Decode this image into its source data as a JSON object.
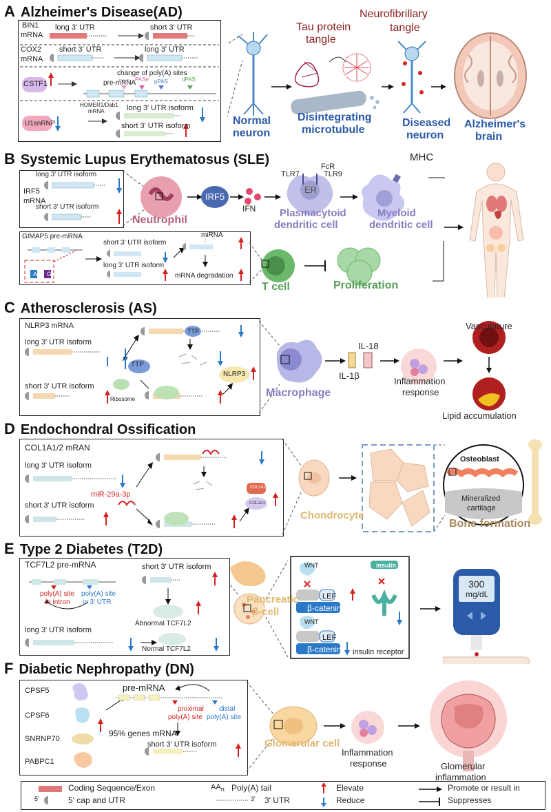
{
  "sections": {
    "A": {
      "letter": "A",
      "title": "Alzheimer's Disease(AD)"
    },
    "B": {
      "letter": "B",
      "title": "Systemic Lupus Erythematosus (SLE)"
    },
    "C": {
      "letter": "C",
      "title": "Atherosclerosis (AS)"
    },
    "D": {
      "letter": "D",
      "title": "Endochondral Ossification"
    },
    "E": {
      "letter": "E",
      "title": "Type 2 Diabetes (T2D)"
    },
    "F": {
      "letter": "F",
      "title": "Diabetic Nephropathy (DN)"
    }
  },
  "a": {
    "bin1": "BIN1",
    "mrna": "mRNA",
    "cox2": "COX2",
    "cstf1": "CSTF1",
    "u1": "U1snRNP",
    "long3": "long 3' UTR",
    "short3": "short 3' UTR",
    "polya_change": "change of poly(A) sites",
    "premrna": "pre-mRNA",
    "pas1": "PASi",
    "pas2": "PASe",
    "ppas": "pPAS",
    "dpas": "dPAS",
    "homer": "HOMER1/Dab1",
    "homer2": "mRNA",
    "long_iso": "long 3' UTR isoform",
    "short_iso": "short 3' UTR isoform",
    "tau": "Tau protein",
    "tau2": "tangle",
    "nft": "Neurofibrillary",
    "nft2": "tangle",
    "normal": "Normal",
    "normal2": "neuron",
    "disint": "Disintegrating",
    "disint2": "microtubule",
    "diseased": "Diseased",
    "diseased2": "neuron",
    "brain": "Alzheimer's",
    "brain2": "brain"
  },
  "b": {
    "irf5": "IRF5",
    "mrna": "mRNA",
    "long_iso": "long 3' UTR isoform",
    "short_iso": "short 3' UTR isoform",
    "neutrophil": "Neutrophil",
    "irf5p": "IRF5",
    "ifn": "IFN",
    "fcr": "FcR",
    "tlr7": "TLR7",
    "tlr9": "TLR9",
    "er": "ER",
    "mhc": "MHC",
    "pdc": "Plasmacytoid",
    "pdc2": "dendritic cell",
    "mdc": "Myeloid",
    "mdc2": "dendritic cell",
    "gimap": "GIMAP5 pre-mRNA",
    "mirna": "miRNA",
    "degr": "mRNA degradation",
    "tcell": "T cell",
    "prolif": "Proliferation",
    "A": "A",
    "G": "G"
  },
  "c": {
    "nlrp3mrna": "NLRP3 mRNA",
    "long_iso": "long 3' UTR isoform",
    "short_iso": "short 3' UTR isoform",
    "ttp": "TTP",
    "ribosome": "Ribosome",
    "nlrp3": "NLRP3",
    "macrophage": "Macrophage",
    "il18": "IL-18",
    "il1b": "IL-1β",
    "infl": "Inflammation",
    "infl2": "response",
    "vasc": "Vasculature",
    "lipid": "Lipid accumulation"
  },
  "d": {
    "col": "COL1A1/2 mRAN",
    "long_iso": "long 3' UTR isoform",
    "short_iso": "short 3' UTR isoform",
    "mir": "miR-29a-3p",
    "col1a2": "COL1A2",
    "col1a1": "COL1A1",
    "chondro": "Chondrocyte",
    "osteo": "Osteoblast",
    "mineral": "Mineralized",
    "mineral2": "cartilage",
    "bone": "Bone formation"
  },
  "e": {
    "tcf": "TCF7L2 pre-mRNA",
    "pa_intron": "poly(A) site",
    "pa_intron2": "in intron",
    "pa_utr": "poly(A) site",
    "pa_utr2": "in 3' UTR",
    "short_iso": "short 3' UTR isoform",
    "abn": "Abnormal TCF7L2",
    "long_iso": "long 3' UTR isoform",
    "norm": "Normal TCF7L2",
    "pancreatic": "Pancreatic",
    "beta": "β-cell",
    "wnt": "WNT",
    "lef": "LEF",
    "bcat": "β-catenin",
    "insulin": "insulin",
    "insrec": "insulin receptor",
    "glucose": "300",
    "glucose2": "mg/dL"
  },
  "f": {
    "cpsf5": "CPSF5",
    "cpsf6": "CPSF6",
    "snrnp": "SNRNP70",
    "pabpc": "PABPC1",
    "premrna": "pre-mRNA",
    "prox": "proximal",
    "prox2": "poly(A) site",
    "dist": "distal",
    "dist2": "poly(A) site",
    "genes": "95% genes mRNA",
    "short_iso": "short 3' UTR isoform",
    "glom": "Glomerular cell",
    "infl": "Inflammation",
    "infl2": "response",
    "glominf": "Glomerular",
    "glominf2": "inflammation"
  },
  "legend": {
    "coding": "Coding Sequence/Exon",
    "cap": "5' cap and UTR",
    "tail": "Poly(A) tail",
    "utr": "3' UTR",
    "elevate": "Elevate",
    "reduce": "Reduce",
    "promote": "Promote or result in",
    "suppress": "Suppresses",
    "aa": "AA",
    "n": "n",
    "five": "5'",
    "three": "3'"
  },
  "colors": {
    "up": "#d42020",
    "down": "#2a78c8",
    "exon": "#e07a7a",
    "utr_blue": "#cfe6f4",
    "utr_green": "#d8ecd0"
  }
}
